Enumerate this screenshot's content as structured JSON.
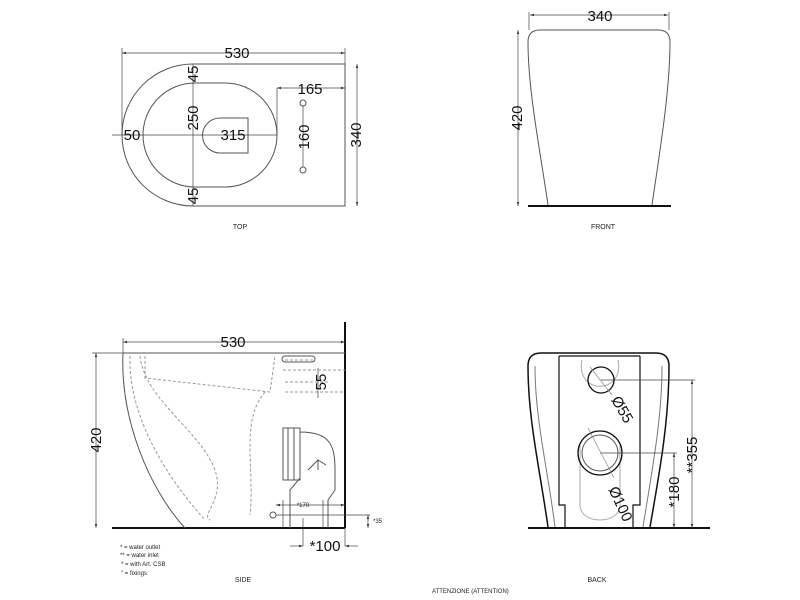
{
  "views": {
    "top": {
      "label": "TOP",
      "dims": {
        "length": "530",
        "width": "340",
        "rim_top": "45",
        "rim_bottom": "45",
        "inner_width": "250",
        "front_rim": "50",
        "hole_to_front": "315",
        "fixing_to_back": "165",
        "fixing_spacing": "160"
      }
    },
    "front": {
      "label": "FRONT",
      "dims": {
        "width": "340",
        "height": "420"
      }
    },
    "side": {
      "label": "SIDE",
      "dims": {
        "length": "530",
        "height": "420",
        "inlet": "55",
        "outlet_dist": "*170",
        "fixing_height": "*35",
        "outlet_width": "*100"
      },
      "legend": [
        "* = water outlet",
        "** = water inlet",
        "* = with Art. CSB",
        "\" = fixings"
      ]
    },
    "back": {
      "label": "BACK",
      "dims": {
        "inlet_diameter": "Ø55",
        "outlet_diameter": "Ø100",
        "inlet_height": "**355",
        "outlet_height": "*180"
      }
    }
  },
  "footer": {
    "attention": "ATTENZIONE (ATTENTION)"
  }
}
